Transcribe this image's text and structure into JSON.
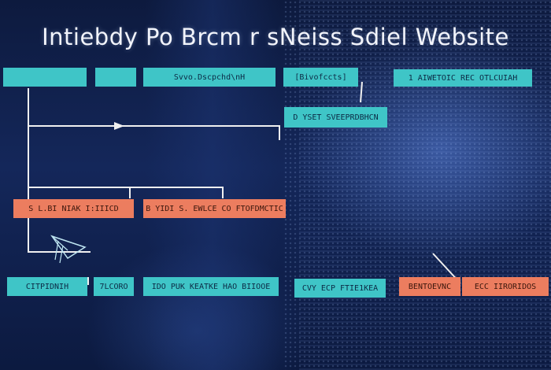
{
  "title": "Intiebdy Po Brcm r sNeiss Sdiel Website",
  "colors": {
    "teal": "#3fc5c7",
    "orange": "#ec7d5f",
    "line": "#f0f0f0",
    "background": "#0d1a3e"
  },
  "row1": {
    "box3": "Svvo.Dscpchd\\nH",
    "box4": "[Bivofccts]",
    "box5": "1 AIWETOIC REC OTLCUIAH"
  },
  "row2": {
    "box1": "D YSET SVEEPRDBHCN"
  },
  "row3": {
    "box1": "S L.BI NIAK I:IIICD",
    "box2": "B YIDI S. EWLCE CO FTOFDMCTIC"
  },
  "row4": {
    "box1": "CITPIDNIH",
    "box1b": "7LCORO",
    "box2": "IDO PUK KEATKE HAO BIIOOE",
    "box3": "CVY ECP FTIE1KEA",
    "box4": "BENTOEVNC",
    "box4b": "ECC IIRORIDOS"
  },
  "icons": {
    "paper-plane": "paper-plane-icon"
  }
}
